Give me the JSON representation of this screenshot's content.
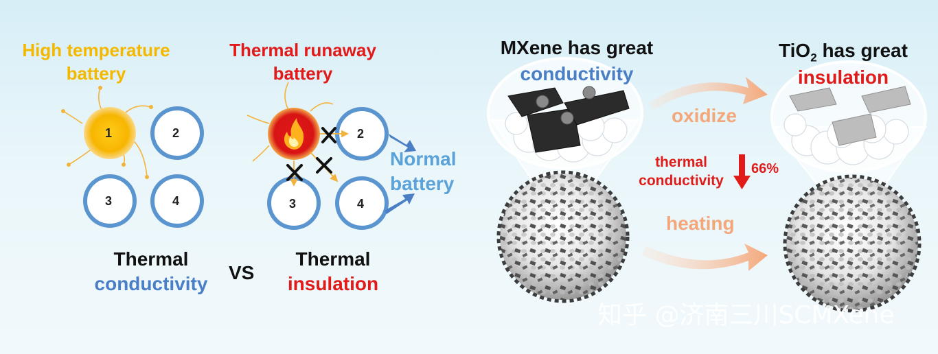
{
  "colors": {
    "yellow": "#f5b800",
    "red": "#e11a1a",
    "blue": "#4a7fc6",
    "lightblue": "#5aa2d8",
    "orange": "#f4a77a",
    "black": "#111111"
  },
  "left_panel": {
    "hot_title_1": "High temperature",
    "hot_title_2": "battery",
    "runaway_title_1": "Thermal runaway",
    "runaway_title_2": "battery",
    "normal_1": "Normal",
    "normal_2": "battery",
    "group_a": [
      "1",
      "2",
      "3",
      "4"
    ],
    "group_b": [
      "2",
      "3",
      "4"
    ],
    "conductivity_1": "Thermal",
    "conductivity_2": "conductivity",
    "vs": "VS",
    "insulation_1": "Thermal",
    "insulation_2": "insulation"
  },
  "right_panel": {
    "mxene_1": "MXene has great",
    "mxene_2": "conductivity",
    "tio2_prefix": "TiO",
    "tio2_sub": "2",
    "tio2_suffix": " has great",
    "tio2_2": "insulation",
    "oxidize": "oxidize",
    "heating": "heating",
    "thermal": "thermal",
    "conductivity": "conductivity",
    "percent": "66%"
  },
  "watermark": "知乎 @济南三川SCMXene",
  "icons": [
    "fire-icon",
    "cross-icon",
    "arrow-right-icon",
    "arrow-down-icon",
    "sphere-icon",
    "cloud-icon"
  ]
}
